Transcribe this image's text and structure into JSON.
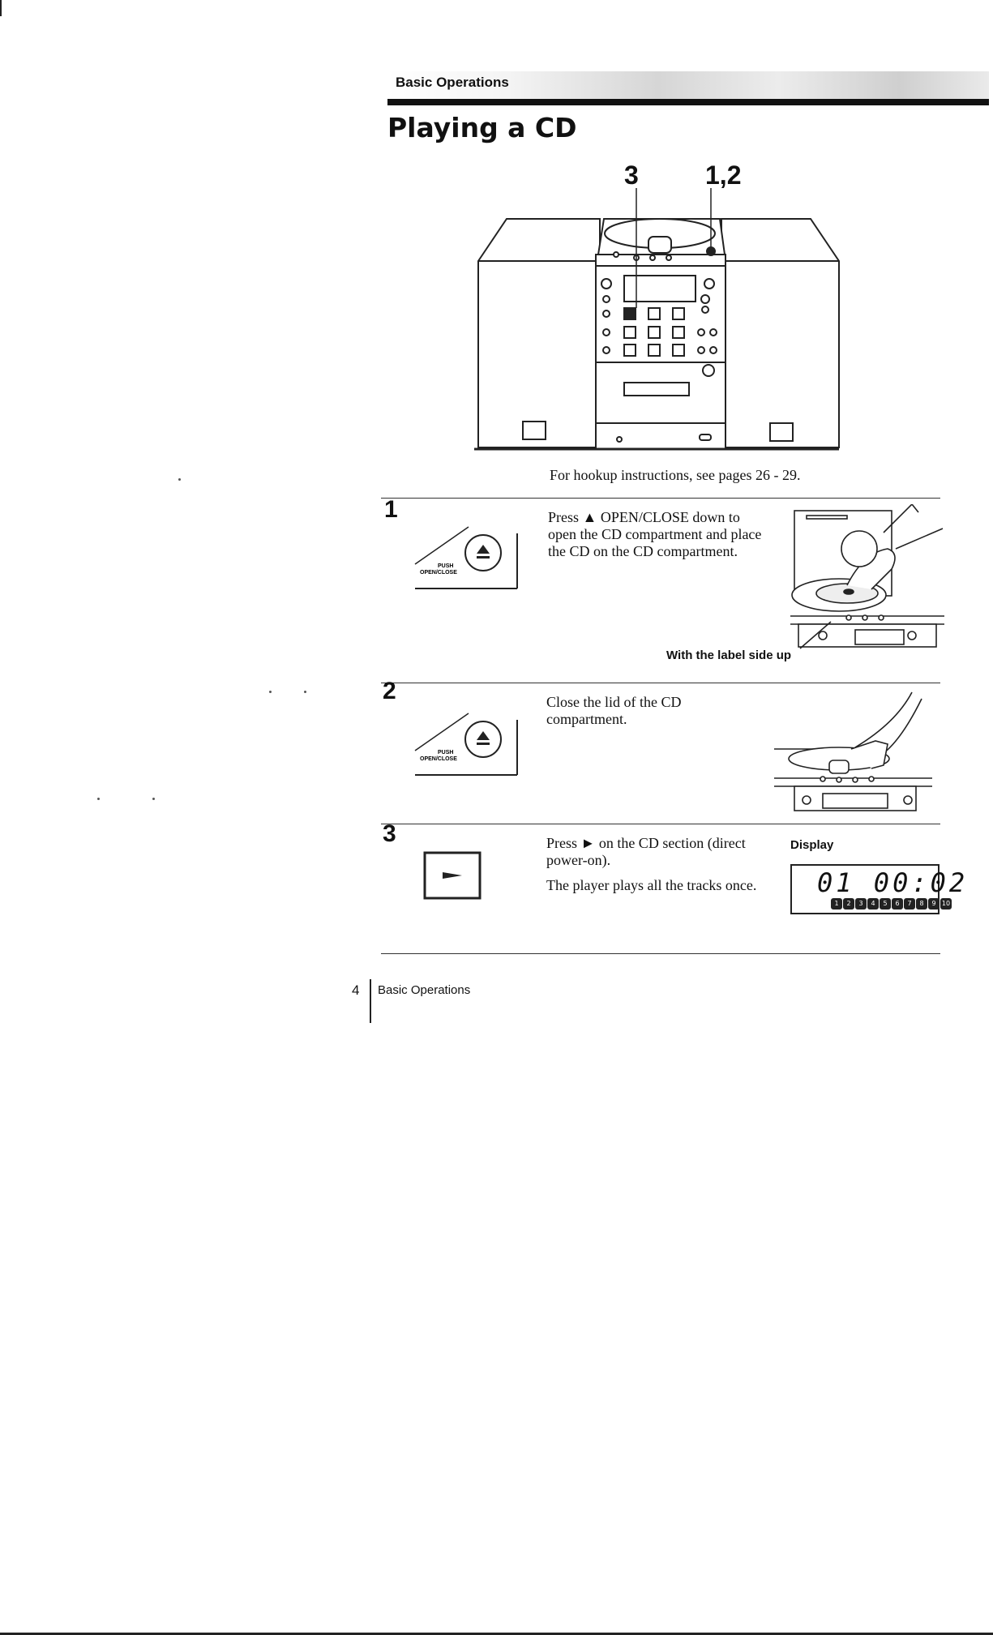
{
  "header": {
    "section_label": "Basic Operations",
    "title": "Playing a CD"
  },
  "overview": {
    "callout_left": "3",
    "callout_right": "1,2",
    "hookup_caption": "For hookup instructions, see pages 26 - 29."
  },
  "button_labels": {
    "push": "PUSH",
    "open_close": "OPEN/CLOSE",
    "eject_glyph": "▲",
    "play_glyph": "►"
  },
  "steps": [
    {
      "number": "1",
      "paragraphs": [
        "Press ▲ OPEN/CLOSE down to open the CD compartment and place the CD on the CD compartment."
      ],
      "figure_caption": "With the label side up"
    },
    {
      "number": "2",
      "paragraphs": [
        "Close the lid of the CD compartment."
      ]
    },
    {
      "number": "3",
      "paragraphs": [
        "Press ► on the CD section (direct power-on).",
        "The player plays all the tracks once."
      ],
      "display_label": "Display",
      "display_readout": "01 00:02",
      "display_track_indicators": [
        "1",
        "2",
        "3",
        "4",
        "5",
        "6",
        "7",
        "8",
        "9",
        "10"
      ]
    }
  ],
  "footer": {
    "page_number": "4",
    "section_label": "Basic Operations"
  }
}
